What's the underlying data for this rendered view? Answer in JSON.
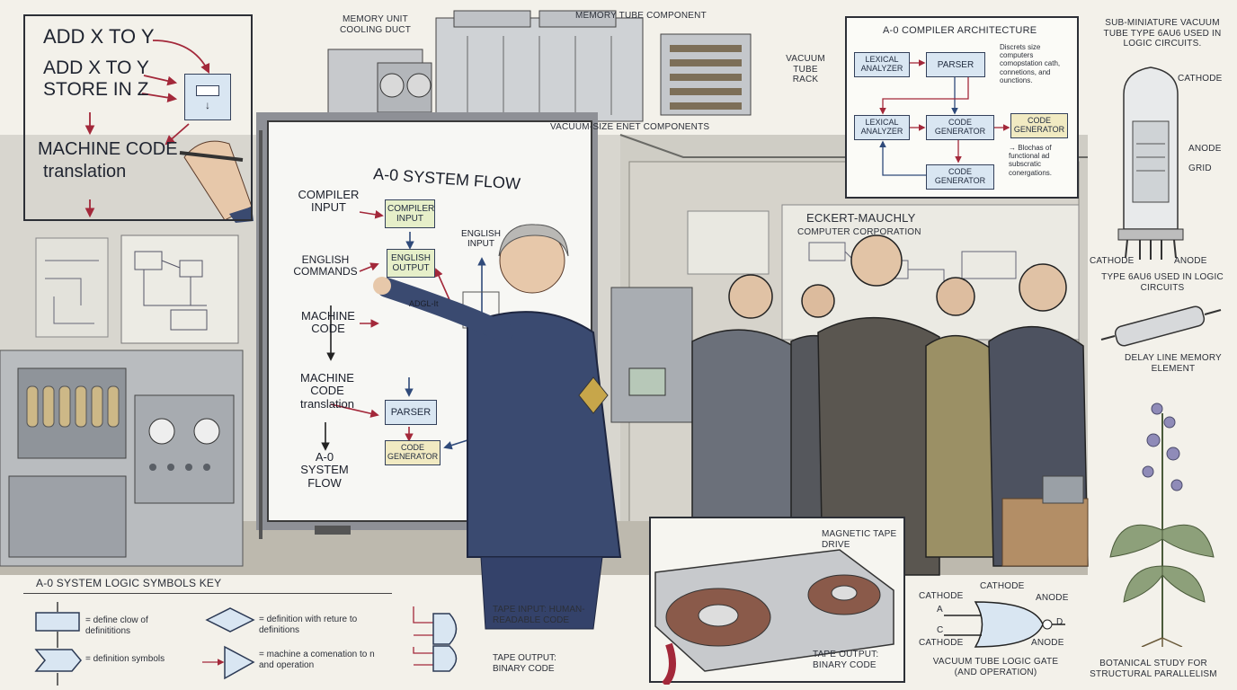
{
  "top_left_panel": {
    "line1": "ADD X TO Y",
    "line2": "ADD X TO Y",
    "line3": "STORE IN Z",
    "line4": "MACHINE CODE",
    "line5": "translation"
  },
  "top_machines": {
    "memory_unit_cooling_duct": "MEMORY UNIT COOLING DUCT",
    "memory_tube_component": "MEMORY TUBE COMPONENT",
    "vacuum_tube_rack": "VACUUM TUBE RACK",
    "vacuum_size_components": "VACUUM-SIZE ENET COMPONENTS"
  },
  "compiler_architecture": {
    "title": "A-0 COMPILER ARCHITECTURE",
    "lexical_analyzer_1": "LEXICAL ANALYZER",
    "parser": "PARSER",
    "note1": "Discrets size computers comopstation cath, connetions, and ounctions.",
    "lexical_analyzer_2": "LEXICAL ANALYZER",
    "code_generator_1": "CODE GENERATOR",
    "code_generator_2": "CODE GENERATOR",
    "code_generator_3": "CODE GENERATOR",
    "note2": "→ Blochas of functional ad subscratic conergations."
  },
  "whiteboard": {
    "title": "A-0 SYSTEM FLOW",
    "compiler_input_left": "COMPILER INPUT",
    "compiler_input_box": "COMPILER INPUT",
    "english_input": "ENGLISH INPUT",
    "english_commands": "ENGLISH COMMANDS",
    "english_output_box": "ENGLISH OUTPUT",
    "adgl": "ADGL-It",
    "machine_code": "MACHINE CODE",
    "machine_code_translation": "MACHINE CODE translation",
    "parser_box": "PARSER",
    "code_generator_box": "CODE GENERATOR",
    "system_flow": "A-0 SYSTEM FLOW"
  },
  "wall_labels": {
    "eckert_mauchly": "ECKERT-MAUCHLY",
    "computer_corporation": "COMPUTER CORPORATION"
  },
  "tube_study": {
    "title": "SUB-MINIATURE VACUUM TUBE TYPE 6AU6 USED IN LOGIC CIRCUITS.",
    "cathode_top": "CATHODE",
    "anode": "ANODE",
    "grid": "GRID",
    "cathode_bottom": "CATHODE",
    "anode_bottom": "ANODE",
    "type_label": "TYPE 6AU6 USED IN LOGIC CIRCUITS",
    "delay_line": "DELAY LINE MEMORY ELEMENT"
  },
  "tape_drive": {
    "drive_label": "MAGNETIC TAPE DRIVE",
    "output_label": "TAPE OUTPUT: BINARY CODE"
  },
  "logic_gate": {
    "cathode_top": "CATHODE",
    "cathode_left": "CATHODE",
    "a": "A",
    "c": "C",
    "cathode_bottom": "CATHODE",
    "anode_top": "ANODE",
    "anode_bottom": "ANODE",
    "d": "D",
    "caption": "VACUUM TUBE LOGIC GATE (AND OPERATION)"
  },
  "botanical": {
    "caption": "BOTANICAL STUDY FOR STRUCTURAL PARALLELISM"
  },
  "symbols_key": {
    "title": "A-0 SYSTEM LOGIC SYMBOLS KEY",
    "item1": "= define clow of definititions",
    "item2": "= definition symbols",
    "item3": "= definition with reture to definitions",
    "item4": "= machine a comenation to n and operation",
    "item5": "TAPE INPUT: HUMAN-READABLE CODE",
    "item6": "TAPE OUTPUT: BINARY CODE"
  }
}
